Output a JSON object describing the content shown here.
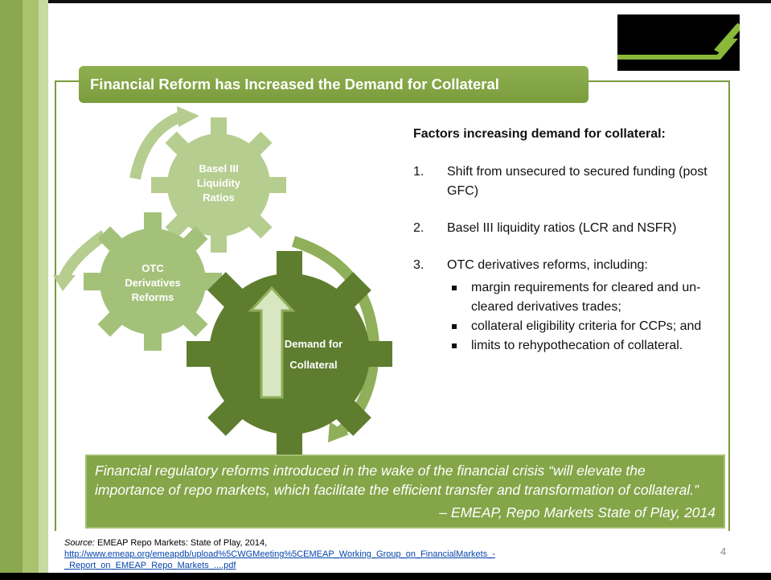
{
  "title": "Financial Reform has Increased the Demand for Collateral",
  "gears": {
    "basel": [
      "Basel III",
      "Liquidity",
      "Ratios"
    ],
    "otc": [
      "OTC",
      "Derivatives",
      "Reforms"
    ],
    "demand": [
      "Demand for",
      "Collateral"
    ]
  },
  "factors": {
    "heading": "Factors increasing demand for collateral:",
    "items": [
      {
        "num": "1.",
        "text": "Shift from unsecured to secured funding (post GFC)"
      },
      {
        "num": "2.",
        "text": "Basel III liquidity ratios (LCR and NSFR)"
      },
      {
        "num": "3.",
        "text": "OTC derivatives reforms, including:"
      }
    ],
    "sub_items": [
      "margin requirements for cleared and un-cleared derivatives trades;",
      "collateral eligibility criteria for CCPs; and",
      "limits to rehypothecation of collateral."
    ]
  },
  "quote": {
    "text": "Financial regulatory reforms introduced in the wake of the financial crisis “will elevate the importance of repo markets, which facilitate the efficient transfer and transformation of collateral.”",
    "attribution": "– EMEAP, Repo Markets State of Play, 2014"
  },
  "source": {
    "label": "Source:",
    "text": " EMEAP Repo Markets: State of Play, 2014,",
    "link_line1": "http://www.emeap.org/emeapdb/upload%5CWGMeeting%5CEMEAP_Working_Group_on_FinancialMarkets_-",
    "link_line2": "_Report_on_EMEAP_Repo_Markets_....pdf"
  },
  "slide_number": "4",
  "colors": {
    "accent": "#7a9c3c",
    "gear_light": "#b5cd8f",
    "gear_mid": "#8faf5a",
    "gear_dark": "#5e7d2e"
  }
}
